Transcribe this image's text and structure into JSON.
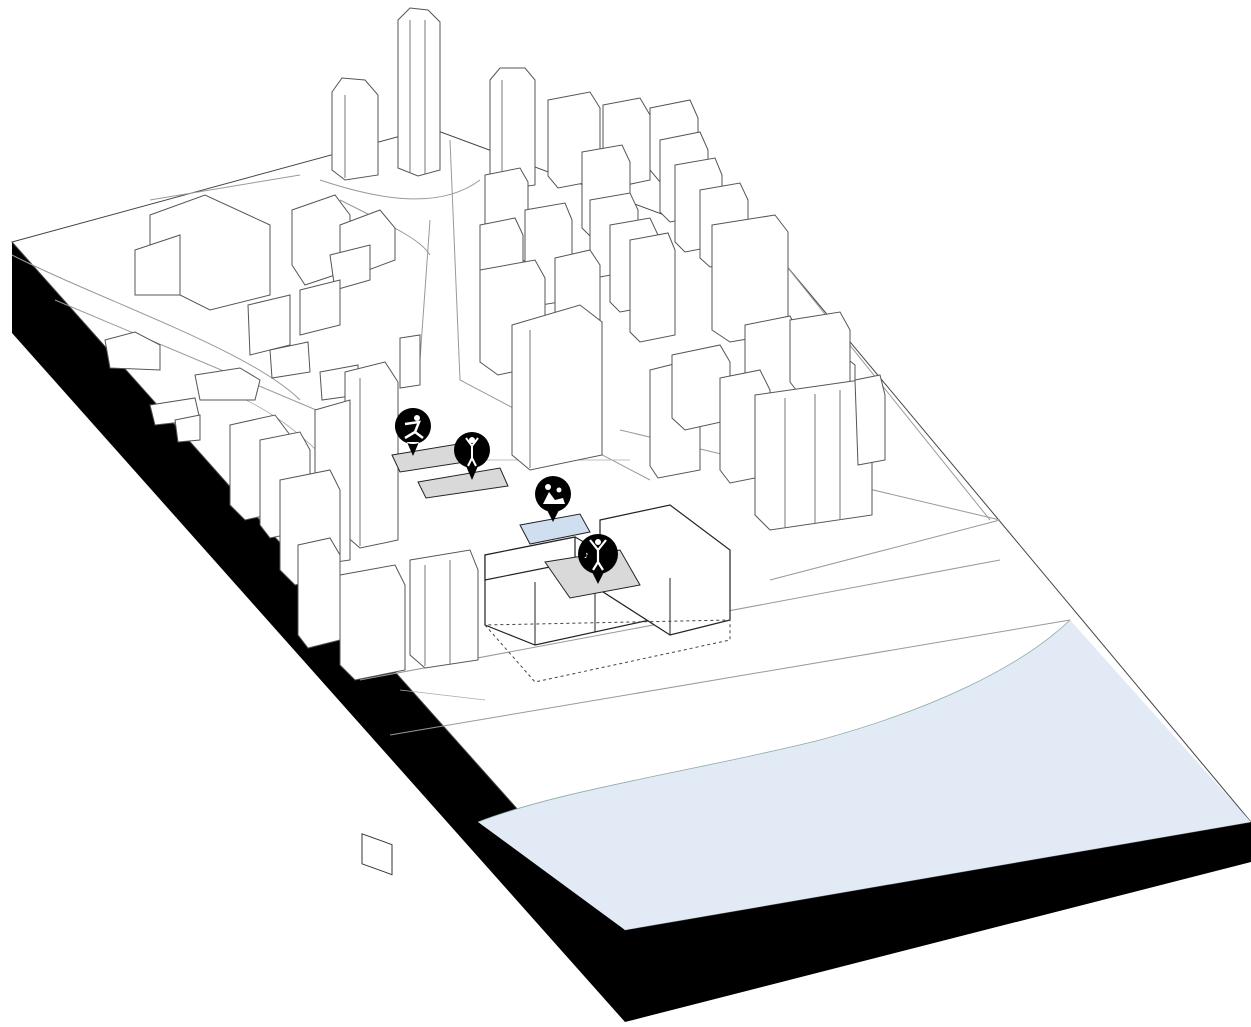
{
  "diagram": {
    "colors": {
      "water": "#e2ebf5",
      "slab_side": "#000000",
      "marker_fill": "#000000",
      "pad_fill_grey": "#d9d9d9",
      "pad_fill_blue": "#cfdff0"
    },
    "markers": [
      {
        "id": "soccer",
        "icon": "soccer-player-icon"
      },
      {
        "id": "basketball",
        "icon": "basketball-player-icon"
      },
      {
        "id": "kids-play",
        "icon": "children-playing-icon"
      },
      {
        "id": "dance",
        "icon": "dancer-icon"
      }
    ]
  }
}
